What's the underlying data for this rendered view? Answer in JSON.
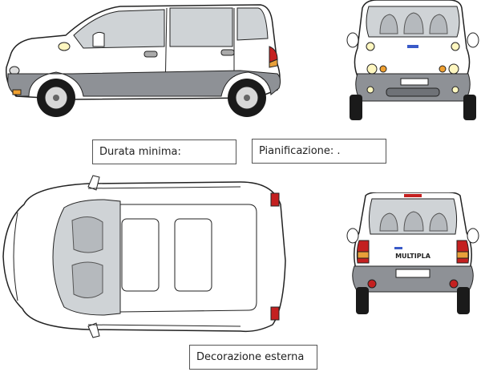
{
  "labels": {
    "durata": "Durata minima:",
    "pianificazione": "Pianificazione: .",
    "decorazione": "Decorazione esterna"
  },
  "rear_badge": "MULTIPLA",
  "colors": {
    "body": "#ffffff",
    "outline": "#222222",
    "glass": "#cfd3d6",
    "bumper": "#8e9196",
    "tyre": "#1a1a1a",
    "taillight_red": "#c42020",
    "taillight_amber": "#e8a03a",
    "indicator": "#f0a030"
  },
  "views": [
    "side-view",
    "front-view",
    "top-view",
    "rear-view"
  ]
}
